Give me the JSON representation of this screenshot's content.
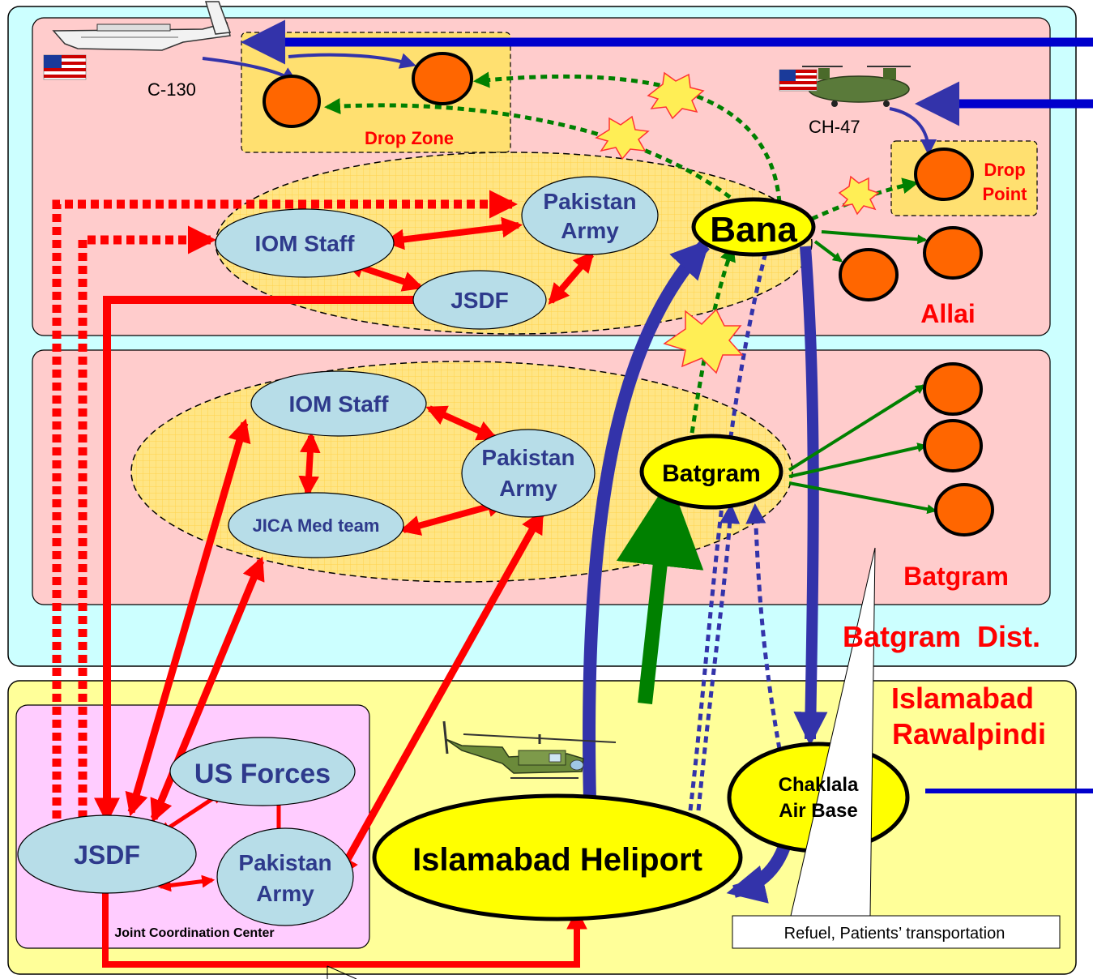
{
  "regions": {
    "allai": "Allai",
    "batgram": "Batgram",
    "batgram_dist": "Batgram  Dist.",
    "islamabad_line1": "Islamabad",
    "islamabad_line2": "Rawalpindi"
  },
  "aircraft": {
    "c130": "C-130",
    "ch47": "CH-47"
  },
  "zones": {
    "drop_zone": "Drop Zone",
    "drop_point_line1": "Drop",
    "drop_point_line2": "Point"
  },
  "allai_cluster": {
    "pakistan_army_line1": "Pakistan",
    "pakistan_army_line2": "Army",
    "iom_staff": "IOM Staff",
    "jsdf": "JSDF"
  },
  "batgram_cluster": {
    "iom_staff": "IOM Staff",
    "pakistan_army_line1": "Pakistan",
    "pakistan_army_line2": "Army",
    "jica_med_team": "JICA Med team"
  },
  "hubs": {
    "bana": "Bana",
    "batgram": "Batgram",
    "islamabad_heliport": "Islamabad Heliport",
    "chaklala_line1": "Chaklala",
    "chaklala_line2": "Air Base"
  },
  "jcc": {
    "us_forces": "US Forces",
    "jsdf": "JSDF",
    "pakistan_army_line1": "Pakistan",
    "pakistan_army_line2": "Army",
    "title": "Joint Coordination Center"
  },
  "callouts": {
    "chaklala_note": "Refuel, Patients’ transportation"
  },
  "colors": {
    "outer_region": "#ccffff",
    "district_box": "#ffcccc",
    "islamabad_box": "#ffff99",
    "jcc_box": "#ffccff",
    "cluster": "#ffe080",
    "node_fill": "#b7dde8",
    "hub_fill": "#ffff00",
    "dot_fill": "#ff6600",
    "red_arrow": "#ff0000",
    "blue_arrow": "#3333aa",
    "green_arrow": "#008000"
  }
}
